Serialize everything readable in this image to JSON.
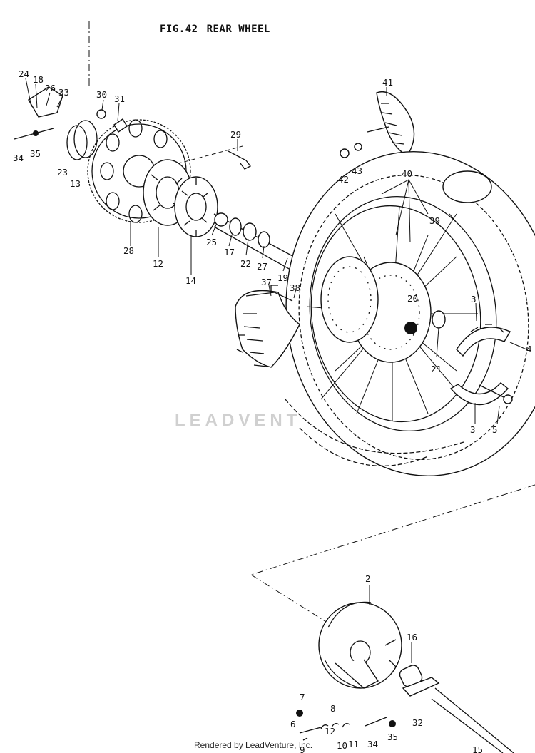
{
  "figure": {
    "number": "FIG.42",
    "title": "REAR WHEEL"
  },
  "watermark": "LEADVENT",
  "footer": "Rendered by LeadVenture, Inc.",
  "callouts": [
    "24",
    "18",
    "26",
    "33",
    "30",
    "31",
    "29",
    "41",
    "34",
    "35",
    "23",
    "13",
    "42",
    "43",
    "40",
    "39",
    "28",
    "12",
    "14",
    "25",
    "17",
    "22",
    "27",
    "19",
    "37",
    "38",
    "20",
    "3",
    "4",
    "21",
    "3",
    "5",
    "2",
    "16",
    "7",
    "6",
    "8",
    "12",
    "10",
    "11",
    "9",
    "34",
    "35",
    "32",
    "15"
  ]
}
